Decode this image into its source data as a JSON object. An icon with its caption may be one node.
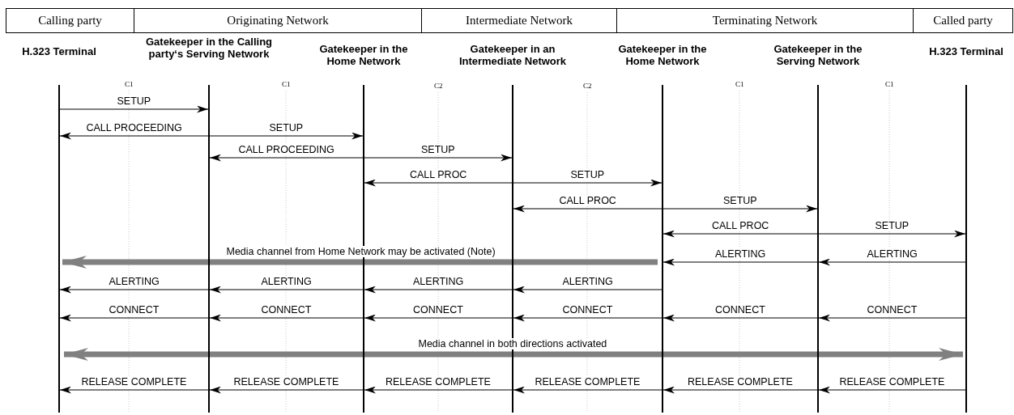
{
  "diagram": {
    "nodes": [
      {
        "text": [
          "Calling party"
        ]
      },
      {
        "text": [
          "Originating Network"
        ]
      },
      {
        "text": [
          "Intermediate Network"
        ]
      },
      {
        "text": [
          "Terminating Network"
        ]
      },
      {
        "text": [
          "Called party"
        ]
      },
      {
        "text": [
          "H.323 Terminal"
        ]
      },
      {
        "text": [
          "Gatekeeper in the Calling party‘s Serving Network"
        ]
      },
      {
        "text": [
          "Gatekeeper in the Home Network"
        ]
      },
      {
        "text": [
          "Gatekeeper in an Intermediate Network"
        ]
      },
      {
        "text": [
          "Gatekeeper in the Home Network"
        ]
      },
      {
        "text": [
          "Gatekeeper in the Serving Network"
        ]
      },
      {
        "text": [
          "H.323 Terminal"
        ]
      }
    ],
    "edges": [
      {
        "from": 5,
        "to": 6,
        "arrow": "to",
        "label": "SETUP"
      },
      {
        "from": 6,
        "to": 5,
        "arrow": "to",
        "label": "CALL PROCEEDING"
      },
      {
        "from": 6,
        "to": 7,
        "arrow": "to",
        "label": "SETUP"
      },
      {
        "from": 7,
        "to": 6,
        "arrow": "to",
        "label": "CALL PROCEEDING"
      },
      {
        "from": 7,
        "to": 8,
        "arrow": "to",
        "label": "SETUP"
      },
      {
        "from": 8,
        "to": 7,
        "arrow": "to",
        "label": "CALL PROC"
      },
      {
        "from": 8,
        "to": 9,
        "arrow": "to",
        "label": "SETUP"
      },
      {
        "from": 9,
        "to": 8,
        "arrow": "to",
        "label": "CALL PROC"
      },
      {
        "from": 9,
        "to": 10,
        "arrow": "to",
        "label": "SETUP"
      },
      {
        "from": 10,
        "to": 9,
        "arrow": "to",
        "label": "CALL PROC"
      },
      {
        "from": 10,
        "to": 11,
        "arrow": "to",
        "label": "SETUP"
      },
      {
        "from": 9,
        "to": 5,
        "arrow": "to",
        "label": "Media channel from Home Network may be activated (Note)",
        "style": "thick",
        "color": "#808080"
      },
      {
        "from": 10,
        "to": 9,
        "arrow": "to",
        "label": "ALERTING"
      },
      {
        "from": 11,
        "to": 10,
        "arrow": "to",
        "label": "ALERTING"
      },
      {
        "from": 6,
        "to": 5,
        "arrow": "to",
        "label": "ALERTING"
      },
      {
        "from": 7,
        "to": 6,
        "arrow": "to",
        "label": "ALERTING"
      },
      {
        "from": 8,
        "to": 7,
        "arrow": "to",
        "label": "ALERTING"
      },
      {
        "from": 9,
        "to": 8,
        "arrow": "to",
        "label": "ALERTING"
      },
      {
        "from": 6,
        "to": 5,
        "arrow": "to",
        "label": "CONNECT"
      },
      {
        "from": 7,
        "to": 6,
        "arrow": "to",
        "label": "CONNECT"
      },
      {
        "from": 8,
        "to": 7,
        "arrow": "to",
        "label": "CONNECT"
      },
      {
        "from": 9,
        "to": 8,
        "arrow": "to",
        "label": "CONNECT"
      },
      {
        "from": 10,
        "to": 9,
        "arrow": "to",
        "label": "CONNECT"
      },
      {
        "from": 11,
        "to": 10,
        "arrow": "to",
        "label": "CONNECT"
      },
      {
        "from": 5,
        "to": 11,
        "arrow": "both",
        "label": "Media channel in both directions activated",
        "style": "thick",
        "color": "#808080"
      },
      {
        "from": 6,
        "to": 5,
        "arrow": "to",
        "label": "RELEASE COMPLETE"
      },
      {
        "from": 7,
        "to": 6,
        "arrow": "to",
        "label": "RELEASE COMPLETE"
      },
      {
        "from": 8,
        "to": 7,
        "arrow": "to",
        "label": "RELEASE COMPLETE"
      },
      {
        "from": 9,
        "to": 8,
        "arrow": "to",
        "label": "RELEASE COMPLETE"
      },
      {
        "from": 10,
        "to": 9,
        "arrow": "to",
        "label": "RELEASE COMPLETE"
      },
      {
        "from": 11,
        "to": 10,
        "arrow": "to",
        "label": "RELEASE COMPLETE"
      }
    ],
    "labels": [
      "C1",
      "C1",
      "C2",
      "C2",
      "C1",
      "C1"
    ]
  }
}
